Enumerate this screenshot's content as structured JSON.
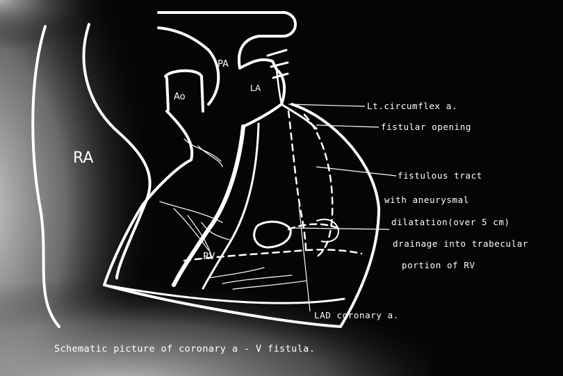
{
  "figure": {
    "chamber_labels": {
      "ra": "RA",
      "ao": "Ao",
      "pa": "PA",
      "la": "LA",
      "rv": "RV"
    },
    "annotations": [
      "Lt.circumflex a.",
      "fistular opening",
      "fistulous tract",
      "with aneurysmal",
      "dilatation(over 5 cm)",
      "drainage into trabecular",
      "portion of RV",
      "LAD coronary a."
    ],
    "caption": "Schematic picture of coronary a - V fistula."
  },
  "colors": {
    "background": "#050505",
    "line": "#ffffff",
    "haze": "#d8d8d8"
  }
}
